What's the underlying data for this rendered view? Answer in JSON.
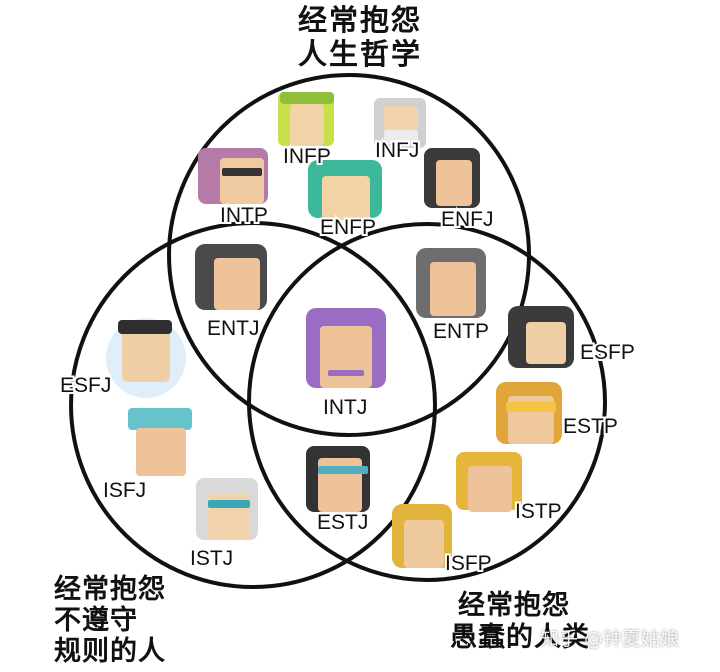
{
  "titles": {
    "top_line1": "经常抱怨",
    "top_line2": "人生哲学",
    "left_line1": "经常抱怨",
    "left_line2": "不遵守",
    "left_line3": "规则的人",
    "right_line1": "经常抱怨",
    "right_line2": "愚蠢的人类"
  },
  "types": {
    "infp": "INFP",
    "infj": "INFJ",
    "intp": "INTP",
    "enfp": "ENFP",
    "enfj": "ENFJ",
    "entj": "ENTJ",
    "entp": "ENTP",
    "intj": "INTJ",
    "esfj": "ESFJ",
    "isfj": "ISFJ",
    "istj": "ISTJ",
    "estj": "ESTJ",
    "esfp": "ESFP",
    "estp": "ESTP",
    "istp": "ISTP",
    "isfp": "ISFP"
  },
  "watermark": "知乎 @钟夏姑娘",
  "colors": {
    "outline": "#111111",
    "background": "#ffffff"
  }
}
